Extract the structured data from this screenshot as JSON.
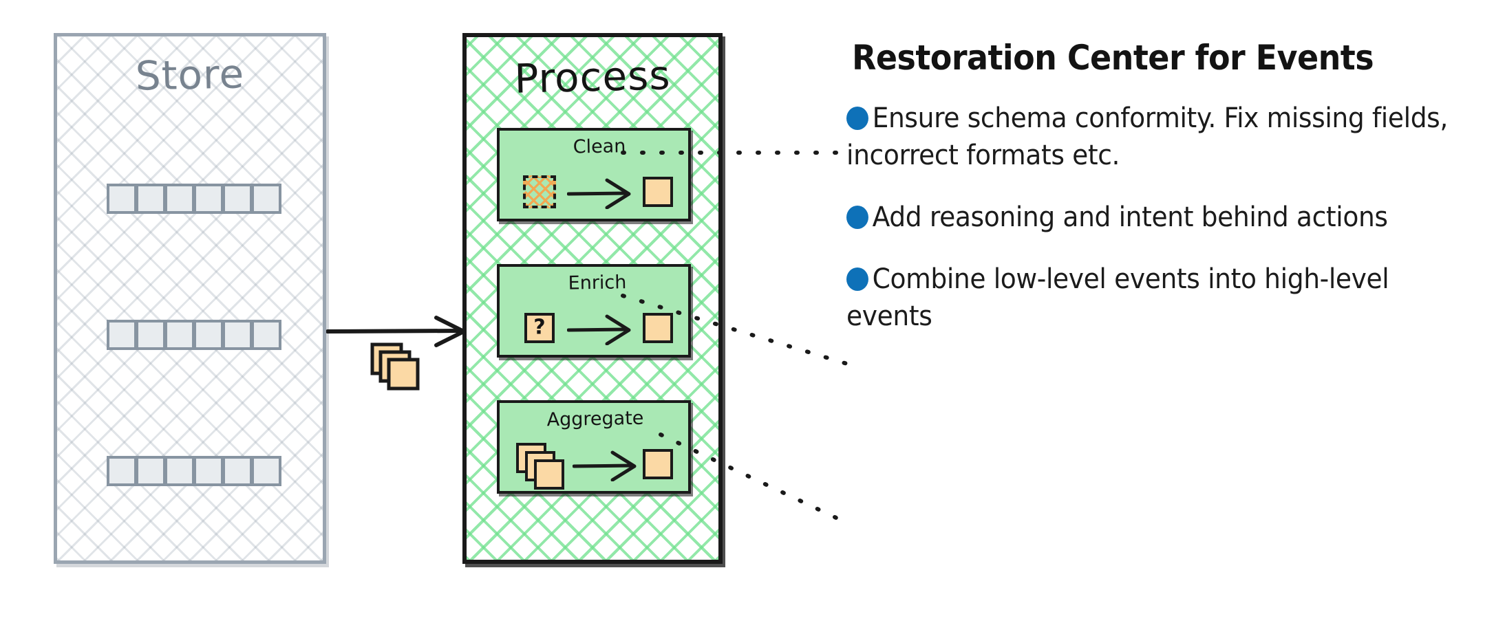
{
  "diagram": {
    "store": {
      "title": "Store",
      "rows": [
        {
          "cells": 6
        },
        {
          "cells": 6
        },
        {
          "cells": 6
        }
      ]
    },
    "process": {
      "title": "Process",
      "stages": [
        {
          "label": "Clean",
          "input_icon": "hatched-square-icon",
          "output_icon": "square-icon"
        },
        {
          "label": "Enrich",
          "input_icon": "question-square-icon",
          "input_text": "?",
          "output_icon": "square-icon"
        },
        {
          "label": "Aggregate",
          "input_icon": "stacked-squares-icon",
          "output_icon": "square-icon"
        }
      ]
    },
    "flow": {
      "arrow_icon": "arrow-right-icon",
      "documents_icon": "stacked-documents-icon"
    }
  },
  "panel": {
    "heading": "Restoration Center for Events",
    "bullets": [
      {
        "text": "Ensure schema conformity. Fix missing fields, incorrect formats etc."
      },
      {
        "text": "Add reasoning and intent behind actions"
      },
      {
        "text": "Combine low-level events into high-level events"
      }
    ]
  },
  "colors": {
    "bullet": "#0e71b8",
    "stage_fill": "#a9e8b4",
    "hatch_green": "#6ee08c",
    "hatch_gray": "#9aa5b1",
    "square_fill": "#fbd9a5",
    "store_border": "#9aa5b1",
    "store_title": "#78838f",
    "ink": "#1a1a1a"
  }
}
